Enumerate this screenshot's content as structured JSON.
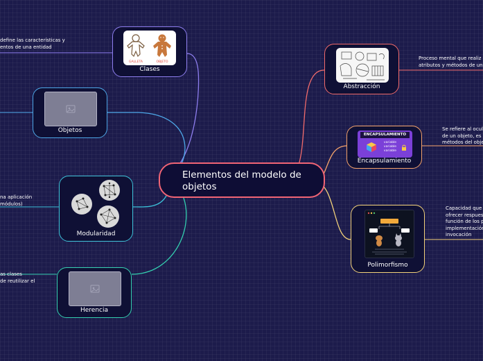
{
  "central": {
    "title": "Elementos del modelo de objetos"
  },
  "nodes": {
    "clases": {
      "label": "Clases",
      "image_labels": [
        "GALLETA",
        "OBJETO"
      ],
      "description": [
        "define las características y",
        "entos de una entidad"
      ]
    },
    "objetos": {
      "label": "Objetos"
    },
    "modularidad": {
      "label": "Modularidad",
      "description": [
        "na aplicación",
        "módulos)"
      ]
    },
    "herencia": {
      "label": "Herencia",
      "description": [
        "as clases",
        "de reutilizar el"
      ]
    },
    "abstraccion": {
      "label": "Abstracción",
      "description": [
        "Proceso mental que realiz",
        "atributos y métodos de un"
      ]
    },
    "encapsulamiento": {
      "label": "Encapsulamiento",
      "image_title": "ENCAPSULAMIENTO",
      "image_items": [
        "variable",
        "variable",
        "variable"
      ],
      "description": [
        "Se refiere al ocult",
        "de un objeto, es d",
        "métodos del objet"
      ]
    },
    "polimorfismo": {
      "label": "Polimorfismo",
      "description": [
        "Capacidad que",
        "ofrecer respues",
        "función de los p",
        "implementación",
        "invocación"
      ]
    }
  },
  "colors": {
    "background": "#1c1b4b",
    "central_border": "#f16475",
    "clases": "#8f7ff0",
    "objetos": "#4ea8e8",
    "modularidad": "#3cc0d8",
    "herencia": "#34d0b0",
    "abstraccion": "#f26b6b",
    "encapsulamiento": "#f5a36b",
    "polimorfismo": "#f3d27a"
  },
  "icons": [
    "gingerbread-cookie-icon",
    "network-graph-icon",
    "image-placeholder-icon",
    "cube-icon",
    "lock-icon",
    "cat-icon",
    "dog-icon"
  ]
}
